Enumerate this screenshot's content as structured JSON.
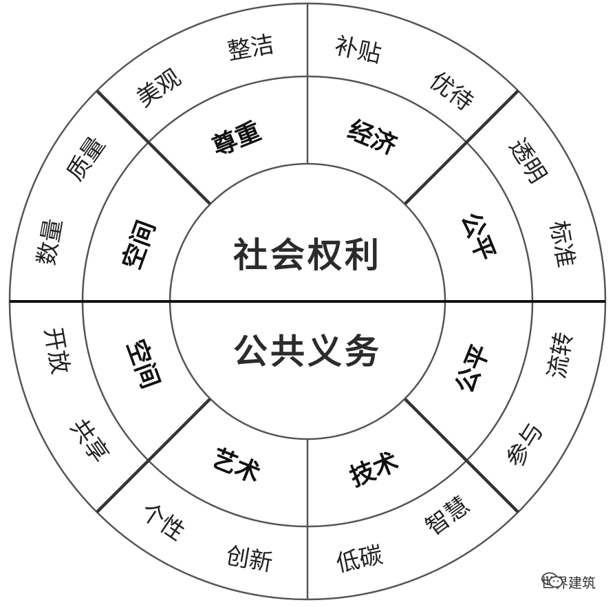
{
  "diagram": {
    "upper_center": "社会权利",
    "lower_center": "公共义务",
    "upper_inner": [
      "空间",
      "尊重",
      "经济",
      "公平"
    ],
    "upper_outer": [
      "数量",
      "质量",
      "美观",
      "整洁",
      "补贴",
      "优待",
      "透明",
      "标准"
    ],
    "lower_inner": [
      "空间",
      "艺术",
      "技术",
      "公平"
    ],
    "lower_outer": [
      "开放",
      "共享",
      "个性",
      "创新",
      "低碳",
      "智慧",
      "参与",
      "流转"
    ]
  },
  "watermark": {
    "icon": "wechat-icon",
    "text": "世界建筑"
  }
}
